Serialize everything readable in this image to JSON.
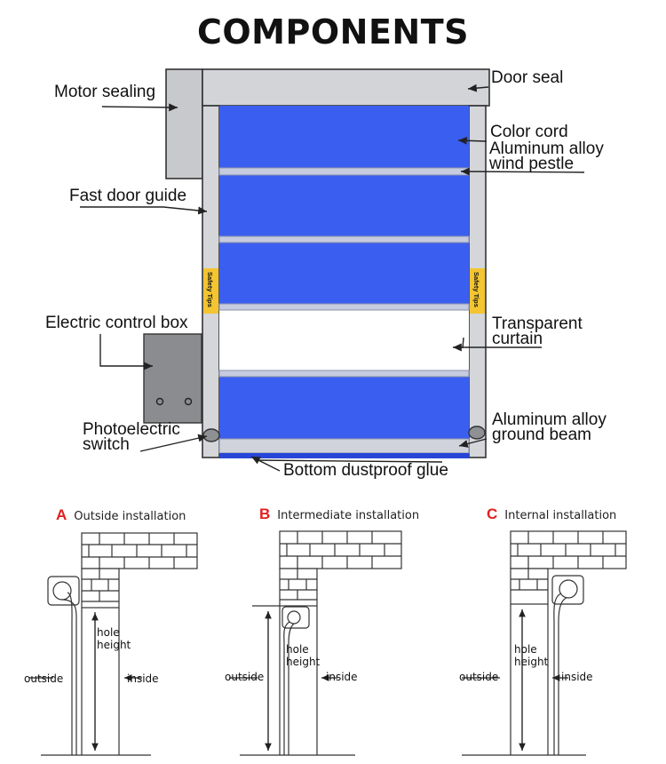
{
  "title": "COMPONENTS",
  "components": {
    "motor_sealing": "Motor sealing",
    "door_seal": "Door seal",
    "color_cord": "Color cord",
    "aluminum_alloy_wind_pestle": [
      "Aluminum alloy",
      "wind pestle"
    ],
    "fast_door_guide": "Fast door guide",
    "safety_tips": "Safety Tips",
    "electric_control_box": "Electric control box",
    "transparent_curtain": [
      "Transparent",
      "curtain"
    ],
    "photoelectric_switch": [
      "Photoelectric",
      "switch"
    ],
    "aluminum_alloy_ground_beam": [
      "Aluminum alloy",
      "ground beam"
    ],
    "bottom_dustproof_glue": "Bottom dustproof glue"
  },
  "installations": [
    {
      "letter": "A",
      "title": "Outside installation",
      "hole_height": [
        "hole",
        "height"
      ],
      "outside": "outside",
      "inside": "inside"
    },
    {
      "letter": "B",
      "title": "Intermediate installation",
      "hole_height": [
        "hole",
        "height"
      ],
      "outside": "outside",
      "inside": "inside"
    },
    {
      "letter": "C",
      "title": "Internal installation",
      "hole_height": [
        "hole",
        "height"
      ],
      "outside": "outside",
      "inside": "inside"
    }
  ],
  "colors": {
    "curtain_blue": "#3a5ff0",
    "frame_gray": "#d4d6da",
    "safety_yellow": "#f2c531",
    "accent_red": "#e0201f"
  }
}
